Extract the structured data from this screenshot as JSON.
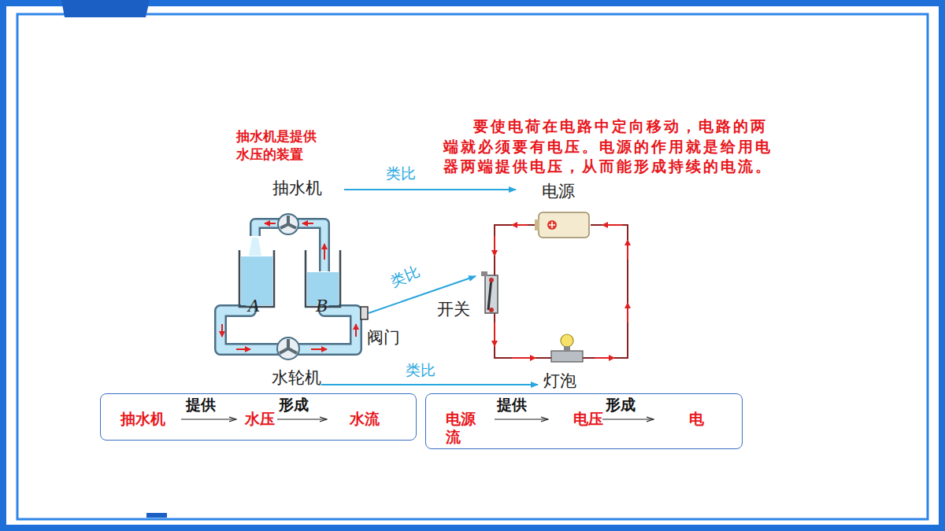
{
  "diagram": {
    "nodes": [
      {
        "text": [
          "抽水机",
          "提供",
          "水压",
          "形成",
          "水流"
        ]
      },
      {
        "text": [
          "电源",
          "提供",
          "电压",
          "形成",
          "电",
          "流"
        ]
      }
    ],
    "labels": [
      "抽水机是提供水压的装置",
      "要使电荷在电路中定向移动，电路的两端就必须要有电压。电源的作用就是给用电器两端提供电压，从而能形成持续的电流。",
      "抽水机",
      "类比",
      "电源",
      "类比",
      "开关",
      "A",
      "B",
      "阀门",
      "水轮机",
      "类比",
      "灯泡"
    ]
  }
}
